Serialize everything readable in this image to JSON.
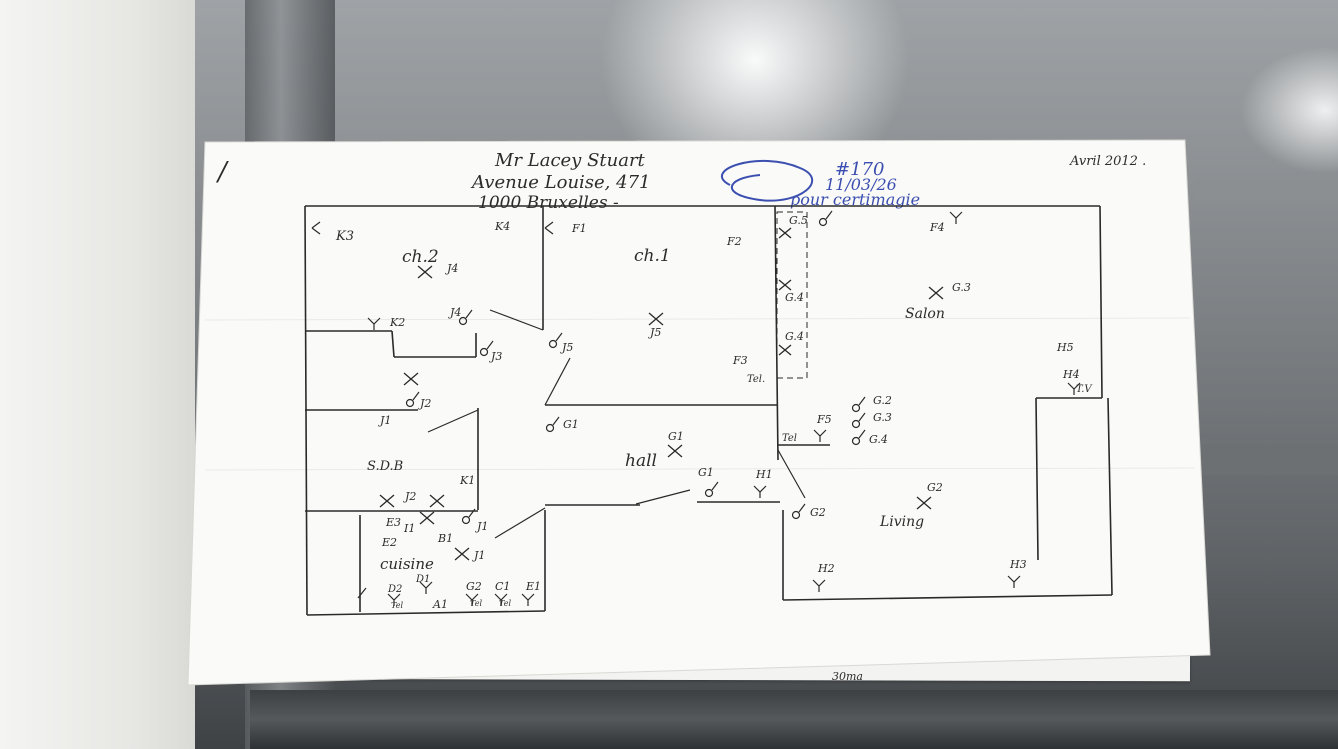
{
  "header": {
    "name": "Mr Lacey Stuart",
    "street": "Avenue Louise, 471",
    "city": "1000 Bruxelles -",
    "date": "Avril 2012 ."
  },
  "annotation": {
    "ref": "#170",
    "date": "11/03/26",
    "note": "pour certimagie",
    "color": "#3b4fb0"
  },
  "rooms": {
    "ch2": "ch.2",
    "ch1": "ch.1",
    "salon": "Salon",
    "hall": "hall",
    "sdb": "S.D.B",
    "cuisine": "cuisine",
    "living": "Living"
  },
  "labels": {
    "k3": "K3",
    "k4": "K4",
    "f1": "F1",
    "j4a": "J4",
    "k2": "K2",
    "j4b": "J4",
    "j3": "J3",
    "j5a": "J5",
    "j5b": "J5",
    "j2a": "J2",
    "j1a": "J1",
    "g1a": "G1",
    "g1b": "G1",
    "g1c": "G1",
    "f2": "F2",
    "g5": "G.5",
    "f4": "F4",
    "g4a": "G.4",
    "g3a": "G.3",
    "g4b": "G.4",
    "f3": "F3",
    "tel1": "Tel.",
    "h5": "H5",
    "h4": "H4",
    "tv": "T.V",
    "g2a": "G.2",
    "g3b": "G.3",
    "g4c": "G.4",
    "f5": "F5",
    "tel2": "Tel",
    "h1": "H1",
    "g2b": "G2",
    "g2c": "G2",
    "k1": "K1",
    "j2b": "J2",
    "e3": "E3",
    "e2": "E2",
    "i1": "I1",
    "b1": "B1",
    "j1b": "J1",
    "j1c": "J1",
    "d2": "D2",
    "d1": "D1",
    "g2d": "G2",
    "c1": "C1",
    "e1": "E1",
    "a1": "A1",
    "tel3": "Tel",
    "tel4": "Tel",
    "tel5": "Tel",
    "h2": "H2",
    "h3": "H3",
    "bottom": "30ma"
  },
  "page_mark": "/"
}
